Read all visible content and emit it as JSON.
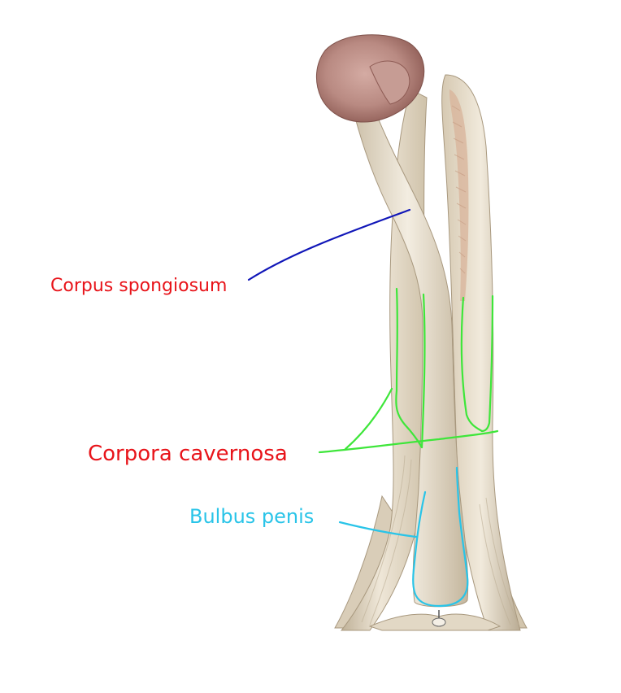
{
  "diagram": {
    "labels": {
      "corpus_spongiosum": "Corpus spongiosum",
      "corpora_cavernosa": "Corpora cavernosa",
      "bulbus_penis": "Bulbus penis"
    },
    "colors": {
      "label_red": "#e8141a",
      "label_cyan": "#29c4e8",
      "leader_blue": "#1016b8",
      "outline_green": "#3ee63a",
      "outline_cyan": "#29c4e8",
      "tissue_light": "#ece4d4",
      "tissue_mid": "#d9cdb8",
      "tissue_shadow": "#b9ab93",
      "glans": "#b98a82",
      "glans_dark": "#94625b",
      "erectile_stripe": "#d8b39a"
    }
  }
}
